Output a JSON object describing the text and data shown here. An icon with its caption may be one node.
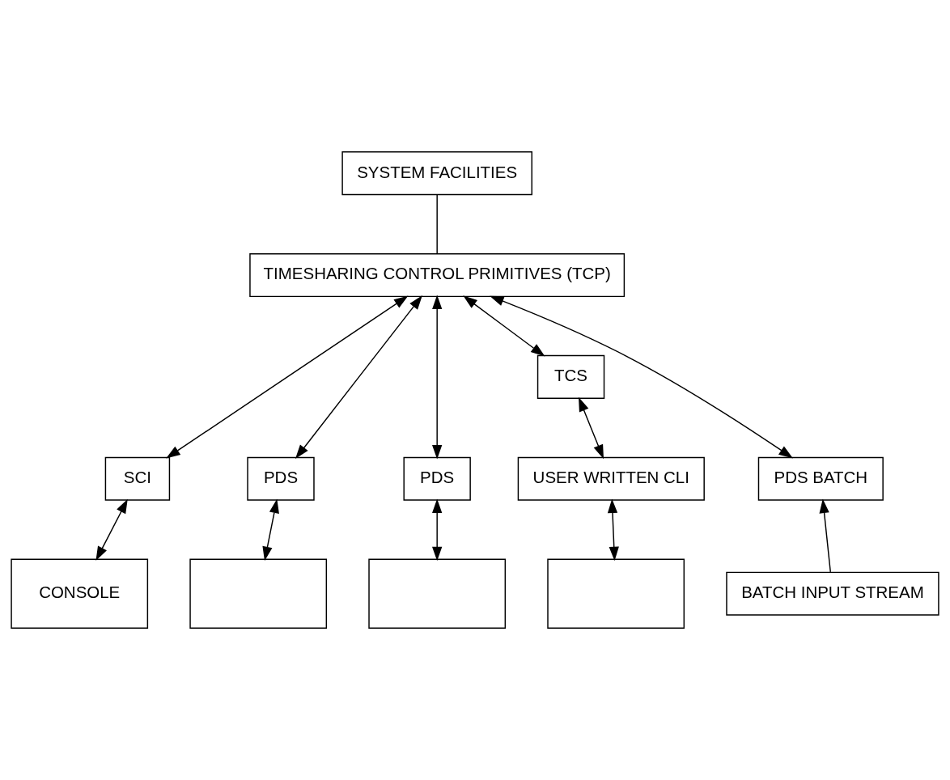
{
  "diagram": {
    "nodes": [
      {
        "text": [
          "SYSTEM FACILITIES"
        ]
      },
      {
        "text": [
          "TIMESHARING CONTROL PRIMITIVES (TCP)"
        ]
      },
      {
        "text": [
          "TCS"
        ]
      },
      {
        "text": [
          "SCI"
        ]
      },
      {
        "text": [
          "PDS"
        ]
      },
      {
        "text": [
          "PDS"
        ]
      },
      {
        "text": [
          "USER WRITTEN CLI"
        ]
      },
      {
        "text": [
          "PDS BATCH"
        ]
      },
      {
        "text": [
          "CONSOLE"
        ]
      },
      {
        "text": [],
        "shape": "box"
      },
      {
        "text": [],
        "shape": "box"
      },
      {
        "text": [
          "BATCH INPUT STREAM"
        ]
      },
      {
        "text": [],
        "shape": "box"
      }
    ],
    "edges": [
      {
        "from": 0,
        "to": 1,
        "arrow": "none"
      },
      {
        "from": 1,
        "to": 3,
        "arrow": "both"
      },
      {
        "from": 1,
        "to": 4,
        "arrow": "both"
      },
      {
        "from": 1,
        "to": 5,
        "arrow": "both"
      },
      {
        "from": 1,
        "to": 2,
        "arrow": "both"
      },
      {
        "from": 1,
        "to": 7,
        "arrow": "both"
      },
      {
        "from": 2,
        "to": 6,
        "arrow": "both"
      },
      {
        "from": 3,
        "to": 8,
        "arrow": "both"
      },
      {
        "from": 4,
        "to": 9,
        "arrow": "both"
      },
      {
        "from": 5,
        "to": 10,
        "arrow": "both"
      },
      {
        "from": 6,
        "to": 12,
        "arrow": "both"
      },
      {
        "from": 11,
        "to": 7,
        "arrow": "to"
      }
    ]
  }
}
